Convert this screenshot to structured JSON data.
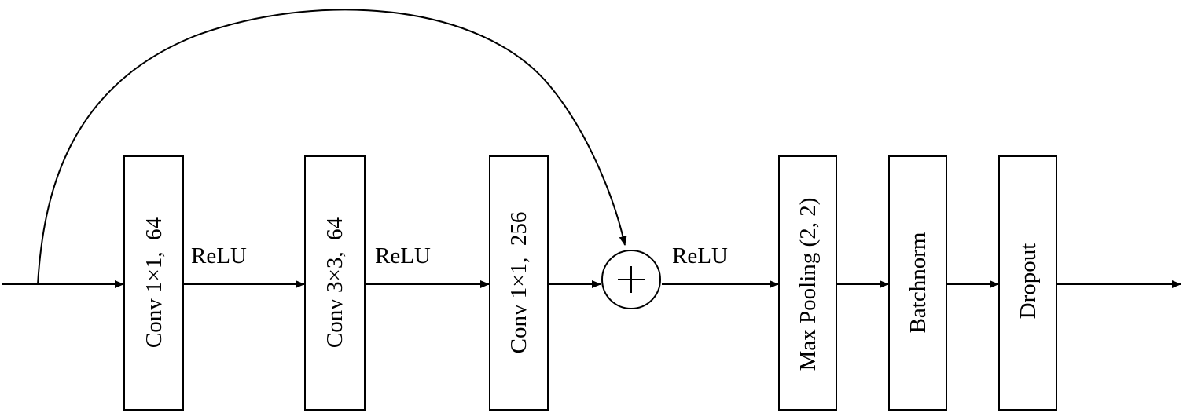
{
  "diagram": {
    "blocks": [
      {
        "id": "conv1",
        "label": "Conv 1×1,  64"
      },
      {
        "id": "conv2",
        "label": "Conv 3×3,  64"
      },
      {
        "id": "conv3",
        "label": "Conv 1×1,  256"
      },
      {
        "id": "maxpool",
        "label": "Max Pooling (2, 2)"
      },
      {
        "id": "batchnorm",
        "label": "Batchnorm"
      },
      {
        "id": "dropout",
        "label": "Dropout"
      }
    ],
    "edge_labels": [
      {
        "text": "ReLU",
        "between": [
          "conv1",
          "conv2"
        ]
      },
      {
        "text": "ReLU",
        "between": [
          "conv2",
          "conv3"
        ]
      },
      {
        "text": "ReLU",
        "between": [
          "add",
          "maxpool"
        ]
      }
    ],
    "add_node": {
      "symbol": "+"
    },
    "skip_connection": {
      "from": "input",
      "to": "add"
    },
    "colors": {
      "stroke": "#000000",
      "fill": "#ffffff",
      "text": "#000000"
    }
  }
}
